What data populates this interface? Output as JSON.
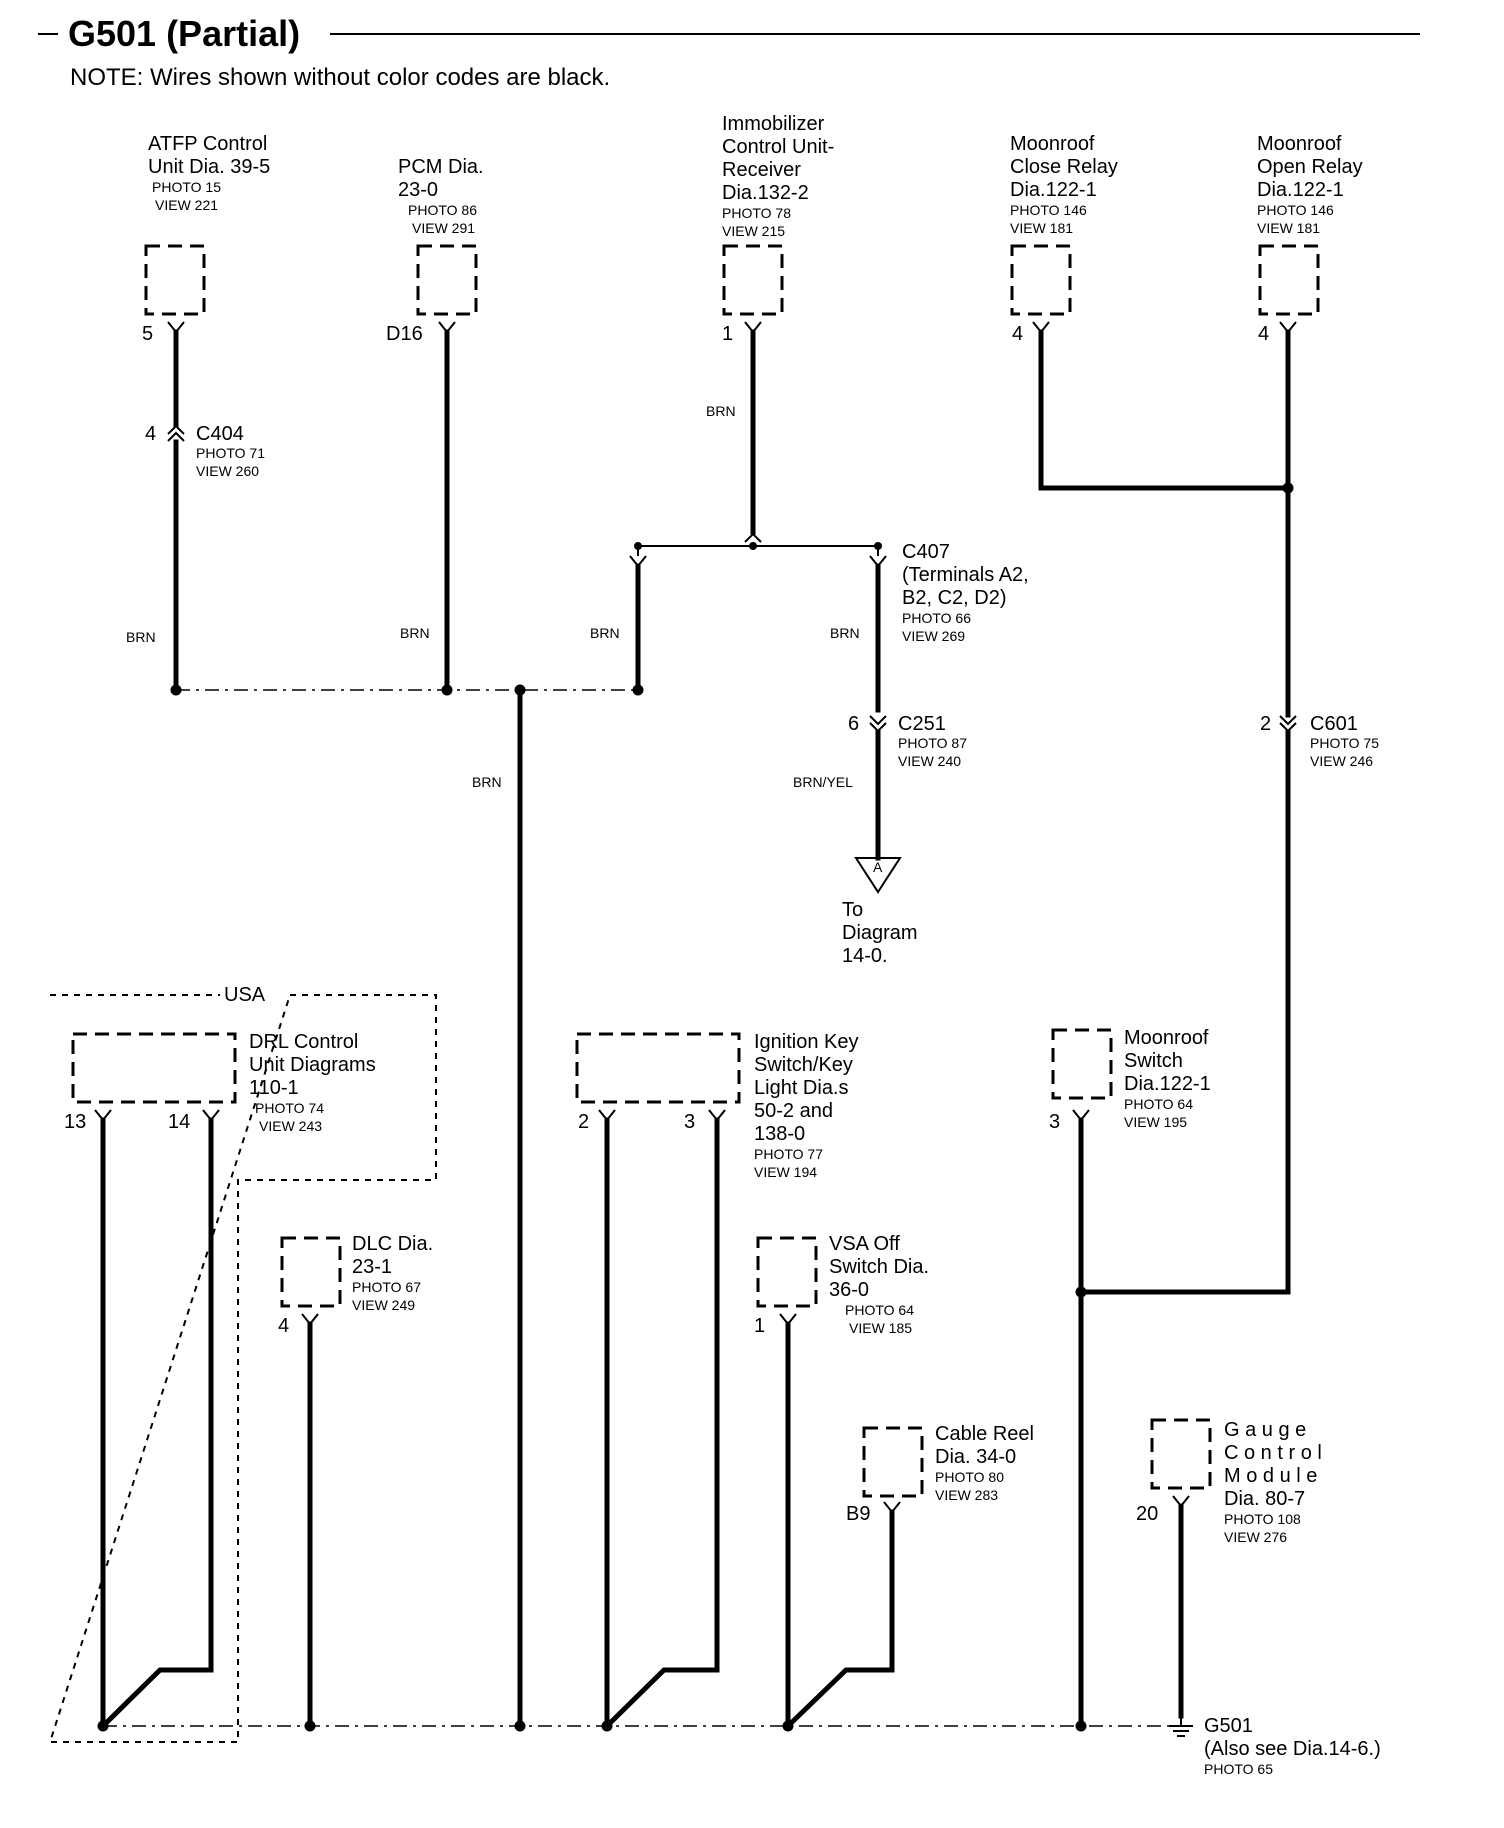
{
  "title": "G501 (Partial)",
  "note": "NOTE: Wires shown without color codes are black.",
  "components": {
    "atfp": {
      "lines": [
        "ATFP Control",
        "Unit Dia. 39-5"
      ],
      "photo": "PHOTO 15",
      "view": "VIEW 221",
      "pin": "5"
    },
    "pcm": {
      "lines": [
        "PCM Dia.",
        "23-0"
      ],
      "photo": "PHOTO 86",
      "view": "VIEW 291",
      "pin": "D16"
    },
    "immobilizer": {
      "lines": [
        "Immobilizer",
        "Control Unit-",
        "Receiver",
        "Dia.132-2"
      ],
      "photo": "PHOTO 78",
      "view": "VIEW 215",
      "pin": "1"
    },
    "moonroof_close": {
      "lines": [
        "Moonroof",
        "Close Relay",
        "Dia.122-1"
      ],
      "photo": "PHOTO 146",
      "view": "VIEW 181",
      "pin": "4"
    },
    "moonroof_open": {
      "lines": [
        "Moonroof",
        "Open Relay",
        "Dia.122-1"
      ],
      "photo": "PHOTO 146",
      "view": "VIEW 181",
      "pin": "4"
    },
    "drl": {
      "lines": [
        "DRL Control",
        "Unit Diagrams",
        "110-1"
      ],
      "photo": "PHOTO 74",
      "view": "VIEW 243",
      "pin_a": "13",
      "pin_b": "14"
    },
    "ignition": {
      "lines": [
        "Ignition Key",
        "Switch/Key",
        "Light Dia.s",
        "50-2 and",
        "138-0"
      ],
      "photo": "PHOTO 77",
      "view": "VIEW 194",
      "pin_a": "2",
      "pin_b": "3"
    },
    "moonroof_switch": {
      "lines": [
        "Moonroof",
        "Switch",
        "Dia.122-1"
      ],
      "photo": "PHOTO 64",
      "view": "VIEW 195",
      "pin": "3"
    },
    "dlc": {
      "lines": [
        "DLC Dia.",
        "23-1"
      ],
      "photo": "PHOTO 67",
      "view": "VIEW 249",
      "pin": "4"
    },
    "vsa": {
      "lines": [
        "VSA Off",
        "Switch Dia.",
        "36-0"
      ],
      "photo": "PHOTO 64",
      "view": "VIEW 185",
      "pin": "1"
    },
    "cable_reel": {
      "lines": [
        "Cable Reel",
        "Dia. 34-0"
      ],
      "photo": "PHOTO 80",
      "view": "VIEW 283",
      "pin": "B9"
    },
    "gauge": {
      "lines": [
        "G a u g e",
        "C o n t r o l",
        "M o d u l e",
        "Dia. 80-7"
      ],
      "photo": "PHOTO 108",
      "view": "VIEW 276",
      "pin": "20"
    }
  },
  "connectors": {
    "c404": {
      "name": "C404",
      "photo": "PHOTO 71",
      "view": "VIEW 260",
      "pin": "4"
    },
    "c407": {
      "lines": [
        "C407",
        "(Terminals A2,",
        "B2, C2, D2)"
      ],
      "photo": "PHOTO 66",
      "view": "VIEW 269"
    },
    "c251": {
      "name": "C251",
      "photo": "PHOTO 87",
      "view": "VIEW 240",
      "pin": "6"
    },
    "c601": {
      "name": "C601",
      "photo": "PHOTO 75",
      "view": "VIEW 246",
      "pin": "2"
    }
  },
  "wires": {
    "brn": "BRN",
    "brn_yel": "BRN/YEL"
  },
  "offpage": {
    "marker": "A",
    "lines": [
      "To",
      "Diagram",
      "14-0."
    ]
  },
  "region": {
    "usa": "USA"
  },
  "ground": {
    "name": "G501",
    "see": "(Also see Dia.14-6.)",
    "photo": "PHOTO 65"
  }
}
